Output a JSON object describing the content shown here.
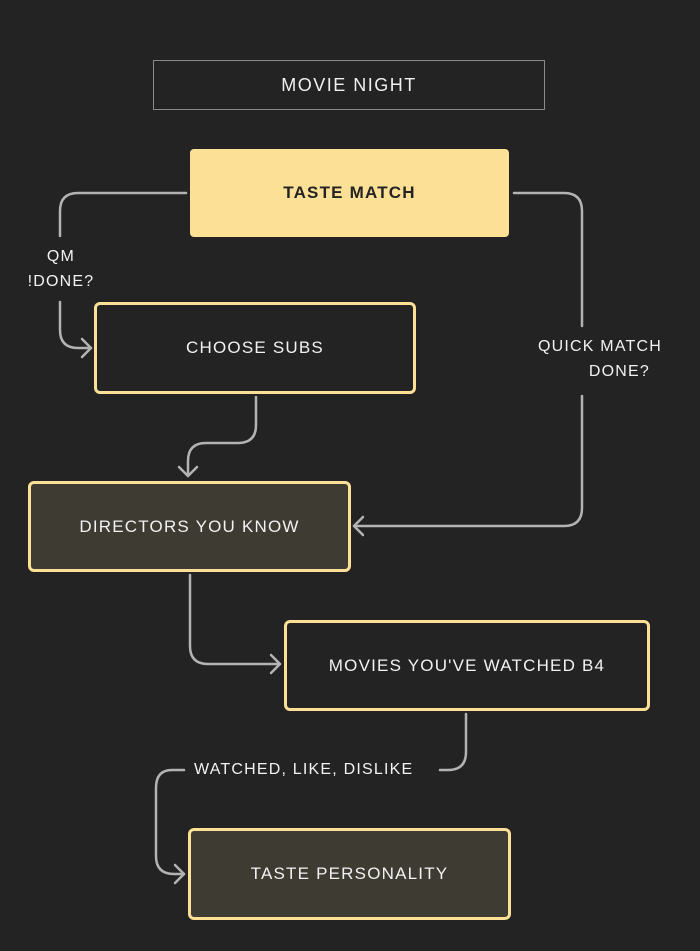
{
  "title": "MOVIE NIGHT",
  "nodes": {
    "taste_match": "TASTE MATCH",
    "choose_subs": "CHOOSE SUBS",
    "directors": "DIRECTORS YOU KNOW",
    "watched_b4": "MOVIES YOU'VE WATCHED B4",
    "personality": "TASTE PERSONALITY"
  },
  "edges": {
    "qm_not_done_line1": "QM",
    "qm_not_done_line2": "!DONE?",
    "qm_done_line1": "QUICK MATCH",
    "qm_done_line2": "DONE?",
    "watched_like_dislike": "WATCHED, LIKE, DISLIKE"
  },
  "colors": {
    "background": "#232323",
    "accent": "#fbe095",
    "dark_fill": "#3e3b33",
    "edge": "#b3b3b3"
  }
}
